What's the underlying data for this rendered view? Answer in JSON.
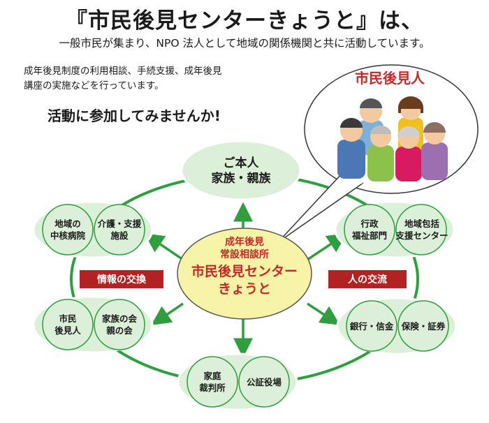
{
  "header": {
    "title": "『市民後見センターきょうと』は、",
    "subtitle": "一般市民が集まり、NPO 法人として地域の関係機関と共に活動しています。"
  },
  "intro": {
    "line1": "成年後見制度の利用相談、手続支援、成年後見",
    "line2": "講座の実施などを行っています。"
  },
  "call_to_action": "活動に参加してみませんか!",
  "speech_bubble": {
    "title": "市民後見人"
  },
  "center": {
    "small_line1": "成年後見",
    "small_line2": "常設相談所",
    "big_line1": "市民後見センター",
    "big_line2": "きょうと"
  },
  "nodes": {
    "top": "ご本人\n家族・親族",
    "upper_left": [
      "地域の\n中核病院",
      "介護・支援\n施設"
    ],
    "upper_right": [
      "行政\n福祉部門",
      "地域包括\n支援センター"
    ],
    "lower_left": [
      "市民\n後見人",
      "家族の会\n親の会"
    ],
    "lower_right": [
      "銀行・信金",
      "保険・証券"
    ],
    "bottom": [
      "家庭\n裁判所",
      "公証役場"
    ]
  },
  "tags": {
    "left": "情報の交換",
    "right": "人の交流"
  },
  "colors": {
    "ring": "#2f9e3f",
    "node_fill": "#dcefd8",
    "center_fill": "#f6f2a6",
    "accent_red": "#b22222",
    "text_red": "#c62828"
  }
}
